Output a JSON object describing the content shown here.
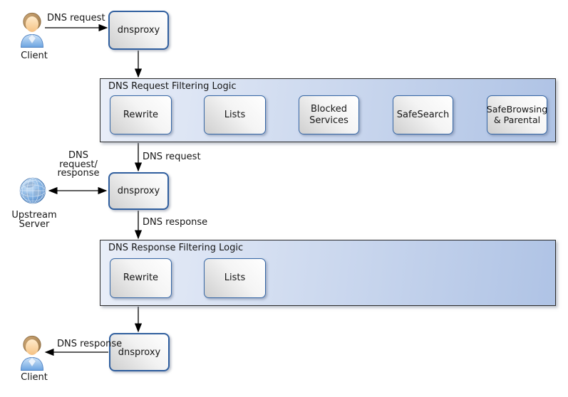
{
  "colors": {
    "background": "#ffffff",
    "box_border": "#3465a4",
    "proxy_border": "#2f5e9e",
    "box_fill_light": "#ffffff",
    "box_fill_dark": "#cfcfcf",
    "container_fill_left": "#e9eef8",
    "container_fill_right": "#afc3e5",
    "container_border": "#2a2a2a",
    "arrow_color": "#000000",
    "text_color": "#161616"
  },
  "nodes": {
    "client_top_label": "Client",
    "client_bottom_label": "Client",
    "upstream_label": "Upstream Server",
    "proxy_top_label": "dnsproxy",
    "proxy_middle_label": "dnsproxy",
    "proxy_bottom_label": "dnsproxy"
  },
  "containers": [
    {
      "title": "DNS Request Filtering Logic",
      "boxes": [
        "Rewrite",
        "Lists",
        "Blocked Services",
        "SafeSearch",
        "SafeBrowsing & Parental"
      ]
    },
    {
      "title": "DNS Response Filtering Logic",
      "boxes": [
        "Rewrite",
        "Lists"
      ]
    }
  ],
  "edge_labels": {
    "client_to_proxy": "DNS request",
    "filter_to_proxy": "DNS request",
    "proxy_to_filter": "DNS response",
    "proxy_to_client": "DNS response",
    "upstream_lines": [
      "DNS",
      "request/",
      "response"
    ]
  }
}
